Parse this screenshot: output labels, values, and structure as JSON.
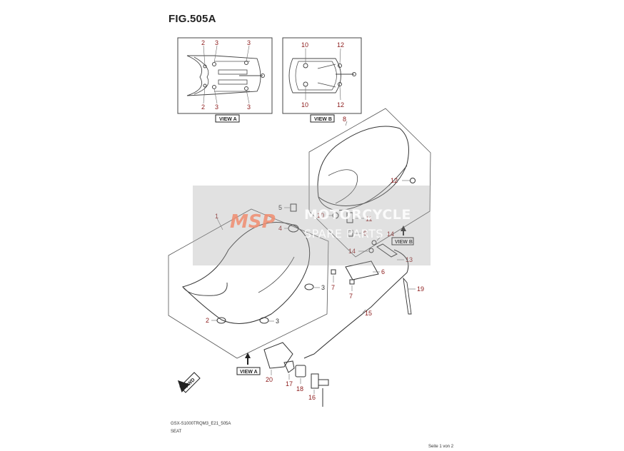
{
  "figure": {
    "title": "FIG.505A",
    "model_code": "GSX-S1000TRQM3_E21_505A",
    "section_name": "SEAT",
    "page_indicator": "Seite 1 von 2"
  },
  "views": {
    "view_a_label": "VIEW A",
    "view_b_label": "VIEW B",
    "fwd_label": "FWD"
  },
  "watermark": {
    "logo_text": "MSP",
    "line1": "MOTORCYCLE",
    "line2": "SPARE PARTS"
  },
  "callouts": {
    "inset_a": [
      "2",
      "3",
      "3",
      "2",
      "3",
      "3"
    ],
    "inset_b": [
      "10",
      "12",
      "10",
      "12"
    ],
    "main": [
      "8",
      "12",
      "5",
      "10",
      "11",
      "1",
      "4",
      "9",
      "14",
      "14",
      "13",
      "6",
      "7",
      "7",
      "19",
      "3",
      "2",
      "3",
      "15",
      "20",
      "17",
      "18",
      "16"
    ]
  },
  "colors": {
    "callout_red": "#8b1a1a",
    "callout_black": "#333333",
    "line": "#555555"
  }
}
